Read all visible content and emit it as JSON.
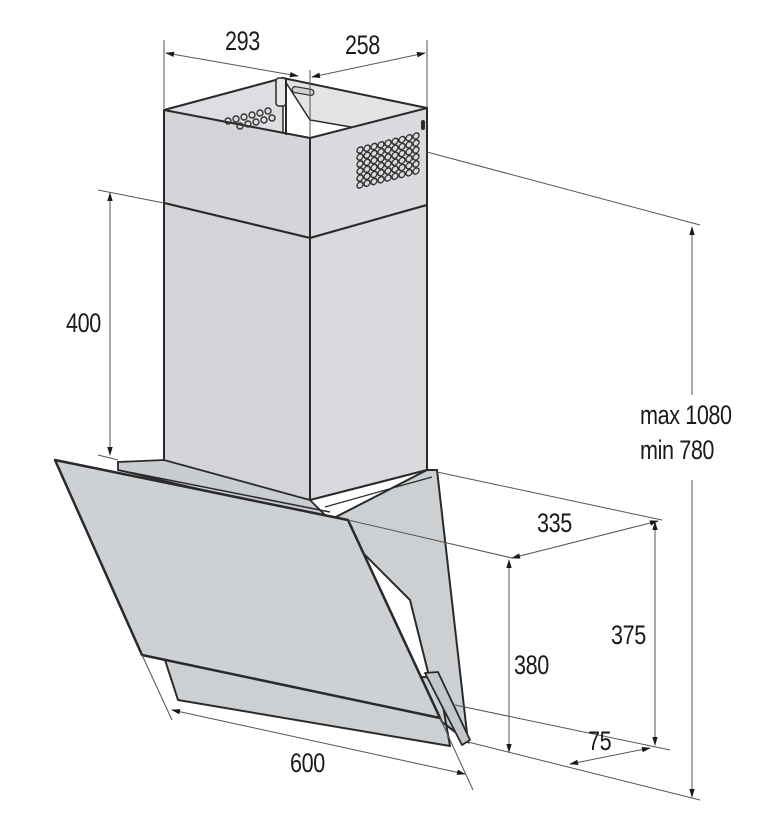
{
  "diagram": {
    "subject": "Chimney cooker hood with inclined glass canopy — dimension drawing",
    "units": "mm",
    "colors": {
      "body_fill": "#d6d8db",
      "glass_fill": "#cfd1d4",
      "edge": "#2a2a2a",
      "dimension_line": "#555555",
      "text": "#1a1a1a"
    },
    "dimensions": {
      "chimney_width": "293",
      "chimney_depth": "258",
      "lower_chimney_height": "400",
      "total_height_max": "max 1080",
      "total_height_min": "min 780",
      "canopy_depth": "335",
      "side_height_front": "380",
      "side_height_back": "375",
      "bottom_offset": "75",
      "canopy_width": "600"
    }
  }
}
